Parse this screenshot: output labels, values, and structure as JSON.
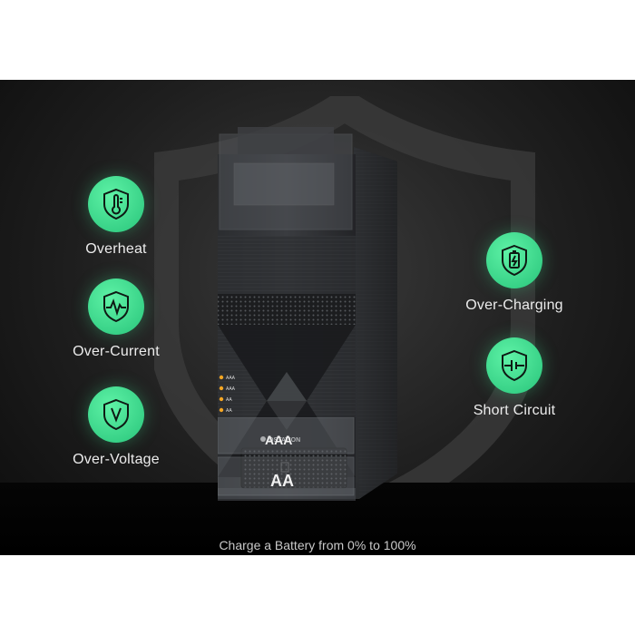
{
  "features": [
    {
      "label": "Overheat",
      "icon": "thermometer-shield-icon"
    },
    {
      "label": "Over-Current",
      "icon": "pulse-shield-icon"
    },
    {
      "label": "Over-Voltage",
      "icon": "v-shield-icon"
    },
    {
      "label": "Over-Charging",
      "icon": "battery-bolt-shield-icon"
    },
    {
      "label": "Short Circuit",
      "icon": "circuit-shield-icon"
    }
  ],
  "device": {
    "brand": "OSTATION",
    "led_labels": [
      "AAA",
      "AAA",
      "AA",
      "AA"
    ],
    "drawer_top_label": "AAA",
    "drawer_bottom_label": "AA"
  },
  "caption": "Charge a Battery from 0% to 100%",
  "colors": {
    "accent": "#3ee08f",
    "background": "#1a1a1a",
    "indicator": "#f5a623"
  }
}
